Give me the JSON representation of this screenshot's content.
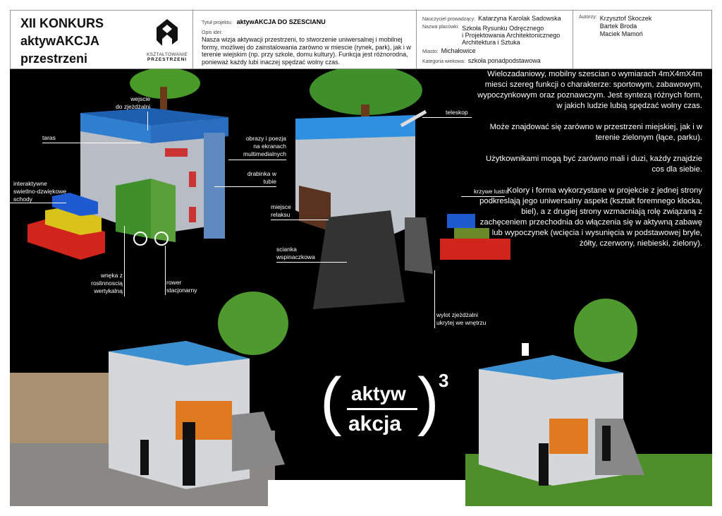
{
  "header": {
    "contest": [
      "XII KONKURS",
      "aktywAKCJA",
      "przestrzeni"
    ],
    "logo": {
      "line1": "KSZTAŁTOWANIE",
      "line2": "PRZESTRZENI"
    },
    "project_title_label": "Tytuł projektu:",
    "project_title": "aktywAKCJA DO SZESCIANU",
    "idea_label": "Opis idei:",
    "idea": "Nasza wizja aktywacji przestrzeni, to stworzenie uniwersalnej i mobilnej formy, możliwej do zainstalowania zarówno w miescie (rynek, park), jak i w terenie wiejskim (np. przy szkole, domu kultury). Funkcja jest różnorodna, ponieważ każdy lubi inaczej spędzać wolny czas.",
    "teacher_label": "Nauczyciel prowadzący:",
    "teacher": "Katarzyna Karolak Sadowska",
    "school_label": "Nazwa placówki:",
    "school": [
      "Szkoła Rysunku Odręcznego",
      "i Projektowania Architektonicznego",
      "Architektura i Sztuka"
    ],
    "city_label": "Miasto:",
    "city": "Michałowice",
    "age_label": "Kategoria wiekowa:",
    "age": "szkoła ponadpodstawowa",
    "authors_label": "Autorzy:",
    "authors": [
      "Krzysztof Skoczek",
      "Bartek Broda",
      "Maciek Mamoń"
    ]
  },
  "labels": {
    "wejscie": [
      "wejscie",
      "do zjeżdżalni"
    ],
    "taras": "taras",
    "obrazy": [
      "obrazy i poezja",
      "na ekranach",
      "multimedialnych"
    ],
    "drabinka": [
      "drabinka w",
      "tubie"
    ],
    "schody": [
      "interaktywne",
      "swietlno-dzwiękowe",
      "schody"
    ],
    "wneka": [
      "wnęka z",
      "roslinnoscią",
      "wertykalną"
    ],
    "rower": [
      "rower",
      "stacjonarny"
    ],
    "teleskop": "teleskop",
    "lustra": "krzywe lustra",
    "relaks": [
      "miejsce",
      "relaksu"
    ],
    "scianka": [
      "scianka",
      "wspinaczkowa"
    ],
    "wylot": [
      "wylot zjeżdżalni",
      "ukrytej we wnętrzu"
    ]
  },
  "description": [
    "Wielozadaniowy, mobilny szescian o wymiarach 4mX4mX4m miesci szereg funkcji o charakterze: sportowym, zabawowym, wypoczynkowym oraz poznawczym. Jest syntezą różnych form, w jakich ludzie lubią spędzać wolny czas.",
    "Może znajdować się zarówno w przestrzeni miejskiej, jak i w terenie zielonym (łące, parku).",
    "Użytkownikami mogą być zarówno mali i duzi, każdy znajdzie cos dla siebie.",
    "Kolory i forma wykorzystane w projekcie z jednej strony podkreslają jego uniwersalny aspekt (kształt foremnego klocka, biel), a z drugiej strony wzmacniają rolę związaną z zachęceniem przechodnia do włączenia się w aktywną zabawę lub wypoczynek (wcięcia i wysunięcia w podstawowej bryle, żółty, czerwony, niebieski, zielony)."
  ],
  "brand": {
    "top": "aktyw",
    "bottom": "akcja",
    "exponent": "3"
  },
  "colors": {
    "blue": "#2f7fd0",
    "white_wall": "#c9cdd3",
    "green": "#3f8f2a",
    "red": "#d0241c",
    "yellow": "#d9c21a",
    "bg": "#000000"
  }
}
